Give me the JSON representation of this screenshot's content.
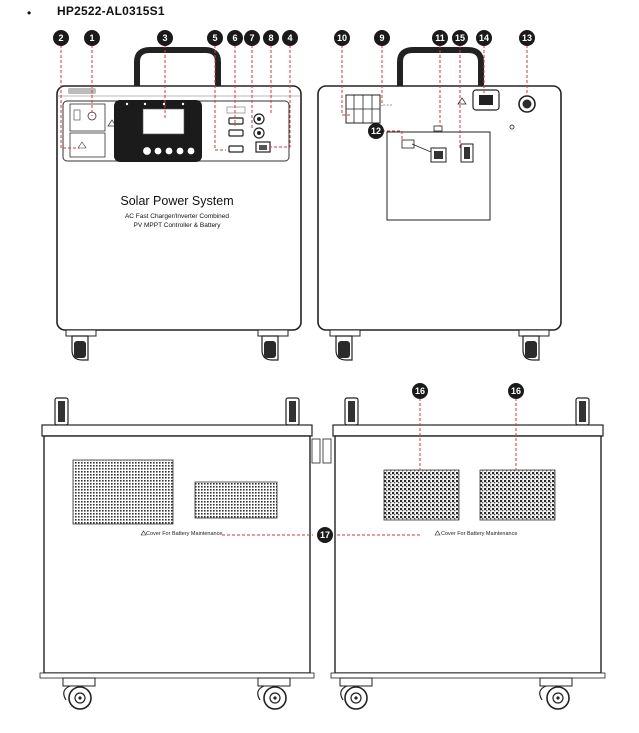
{
  "header": {
    "bullet": "•",
    "title": "HP2522-AL0315S1"
  },
  "front_panel": {
    "line1": "Solar Power System",
    "line2": "AC Fast Charger/Inverter Combined",
    "line3": "PV MPPT Controller & Battery"
  },
  "side_panel": {
    "left_label": "Cover For Battery Maintenance",
    "right_label": "Cover For Battery Maintenance"
  },
  "callouts": [
    "1",
    "2",
    "3",
    "4",
    "5",
    "6",
    "7",
    "8",
    "9",
    "10",
    "11",
    "12",
    "13",
    "14",
    "15",
    "16",
    "16",
    "17"
  ],
  "colors": {
    "callout": "#1a1a1a",
    "leader": "#d63a3a",
    "outline": "#333333"
  }
}
